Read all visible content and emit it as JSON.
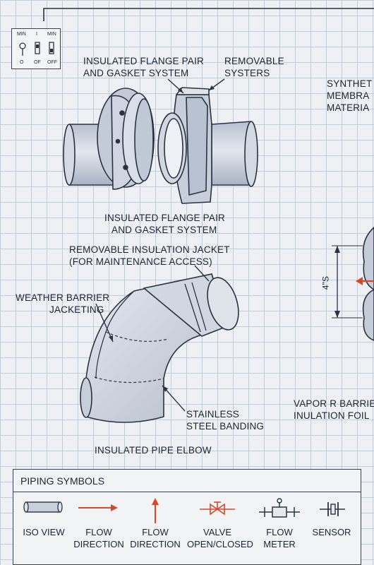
{
  "switch_panel": {
    "top_labels": [
      "MIN",
      "I",
      "MIN"
    ],
    "bottom_labels": [
      "O",
      "OF",
      "OFF"
    ]
  },
  "labels": {
    "flange_top_1": "INSULATED FLANGE PAIR",
    "flange_top_2": "AND GASKET SYSTEM",
    "removable_1": "REMOVABLE",
    "removable_2": "SYSTERS",
    "synthetic_1": "SYNTHET",
    "synthetic_2": "MEMBRA",
    "synthetic_3": "MATERIA",
    "flange_bottom_1": "INSULATED FLANGE PAIR",
    "flange_bottom_2": "AND GASKET SYSTEM",
    "jacket_1": "REMOVABLE INSULATION JACKET",
    "jacket_2": "(FOR MAINTENANCE ACCESS)",
    "weather_1": "WEATHER BARRIER",
    "weather_2": "JACKETING",
    "dimension": "4\"S",
    "vapor_1": "VAPOR R BARRIE",
    "vapor_2": "INULATION FOIL",
    "stainless_1": "STAINLESS",
    "stainless_2": "STEEL BANDING",
    "elbow": "INSULATED PIPE ELBOW"
  },
  "legend": {
    "title": "PIPING SYMBOLS",
    "items": [
      {
        "line1": "ISO VIEW",
        "line2": "",
        "icon": "iso-pipe-icon"
      },
      {
        "line1": "FLOW",
        "line2": "DIRECTION",
        "icon": "arrow-right-icon"
      },
      {
        "line1": "FLOW",
        "line2": "DIRECTION",
        "icon": "arrow-up-icon"
      },
      {
        "line1": "VALVE",
        "line2": "OPEN/CLOSED",
        "icon": "valve-icon"
      },
      {
        "line1": "FLOW",
        "line2": "METER",
        "icon": "flow-meter-icon"
      },
      {
        "line1": "SENSOR",
        "line2": "",
        "icon": "sensor-icon"
      }
    ]
  },
  "colors": {
    "line": "#2b3242",
    "pipe": "#c9d0dc",
    "accent": "#d9472b"
  }
}
